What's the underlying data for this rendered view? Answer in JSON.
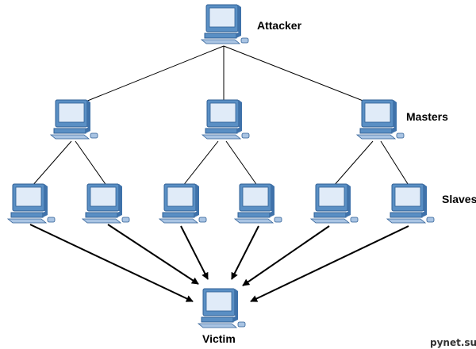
{
  "labels": {
    "attacker": "Attacker",
    "masters": "Masters",
    "slaves": "Slaves",
    "victim": "Victim"
  },
  "watermark": "pynet.su",
  "icons": {
    "computer": "computer-icon"
  },
  "colors": {
    "monitor_frame": "#5a8fc4",
    "monitor_dark": "#2f5f95",
    "screen": "#e0ebf8",
    "line": "#000000"
  }
}
